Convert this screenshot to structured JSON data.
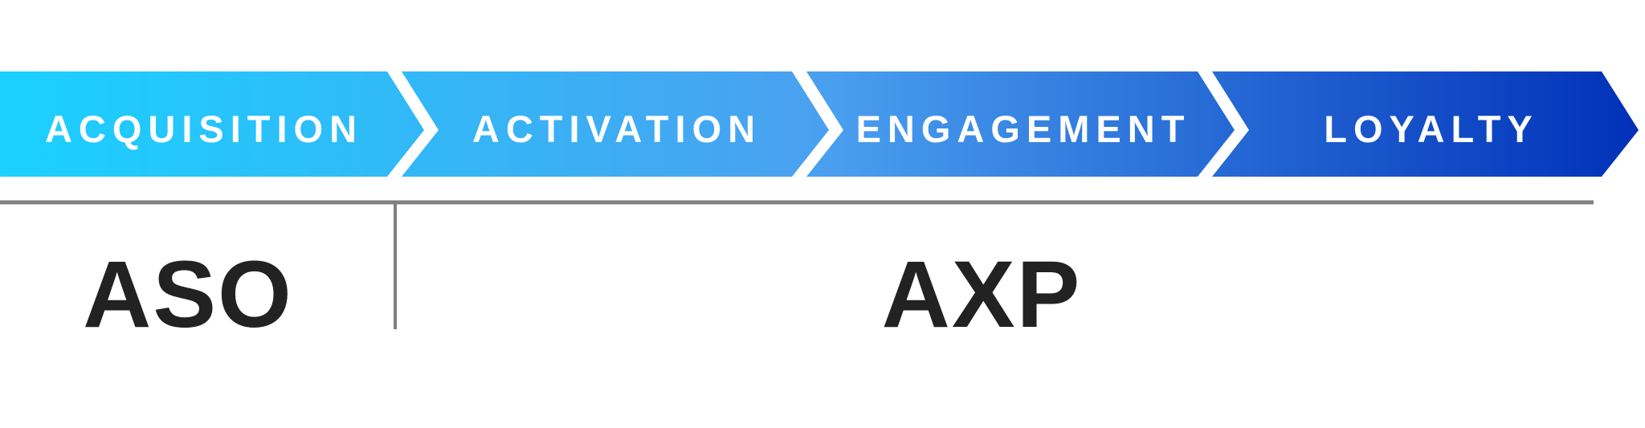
{
  "stages": [
    {
      "label": "ACQUISITION"
    },
    {
      "label": "ACTIVATION"
    },
    {
      "label": "ENGAGEMENT"
    },
    {
      "label": "LOYALTY"
    }
  ],
  "categories": [
    {
      "label": "ASO"
    },
    {
      "label": "AXP"
    }
  ],
  "colors": {
    "gradient_start": "#1ad1ff",
    "gradient_mid": "#4aa0f0",
    "gradient_end": "#0030b8",
    "divider": "#808080",
    "category_text": "#222222",
    "stage_text": "#ffffff"
  }
}
